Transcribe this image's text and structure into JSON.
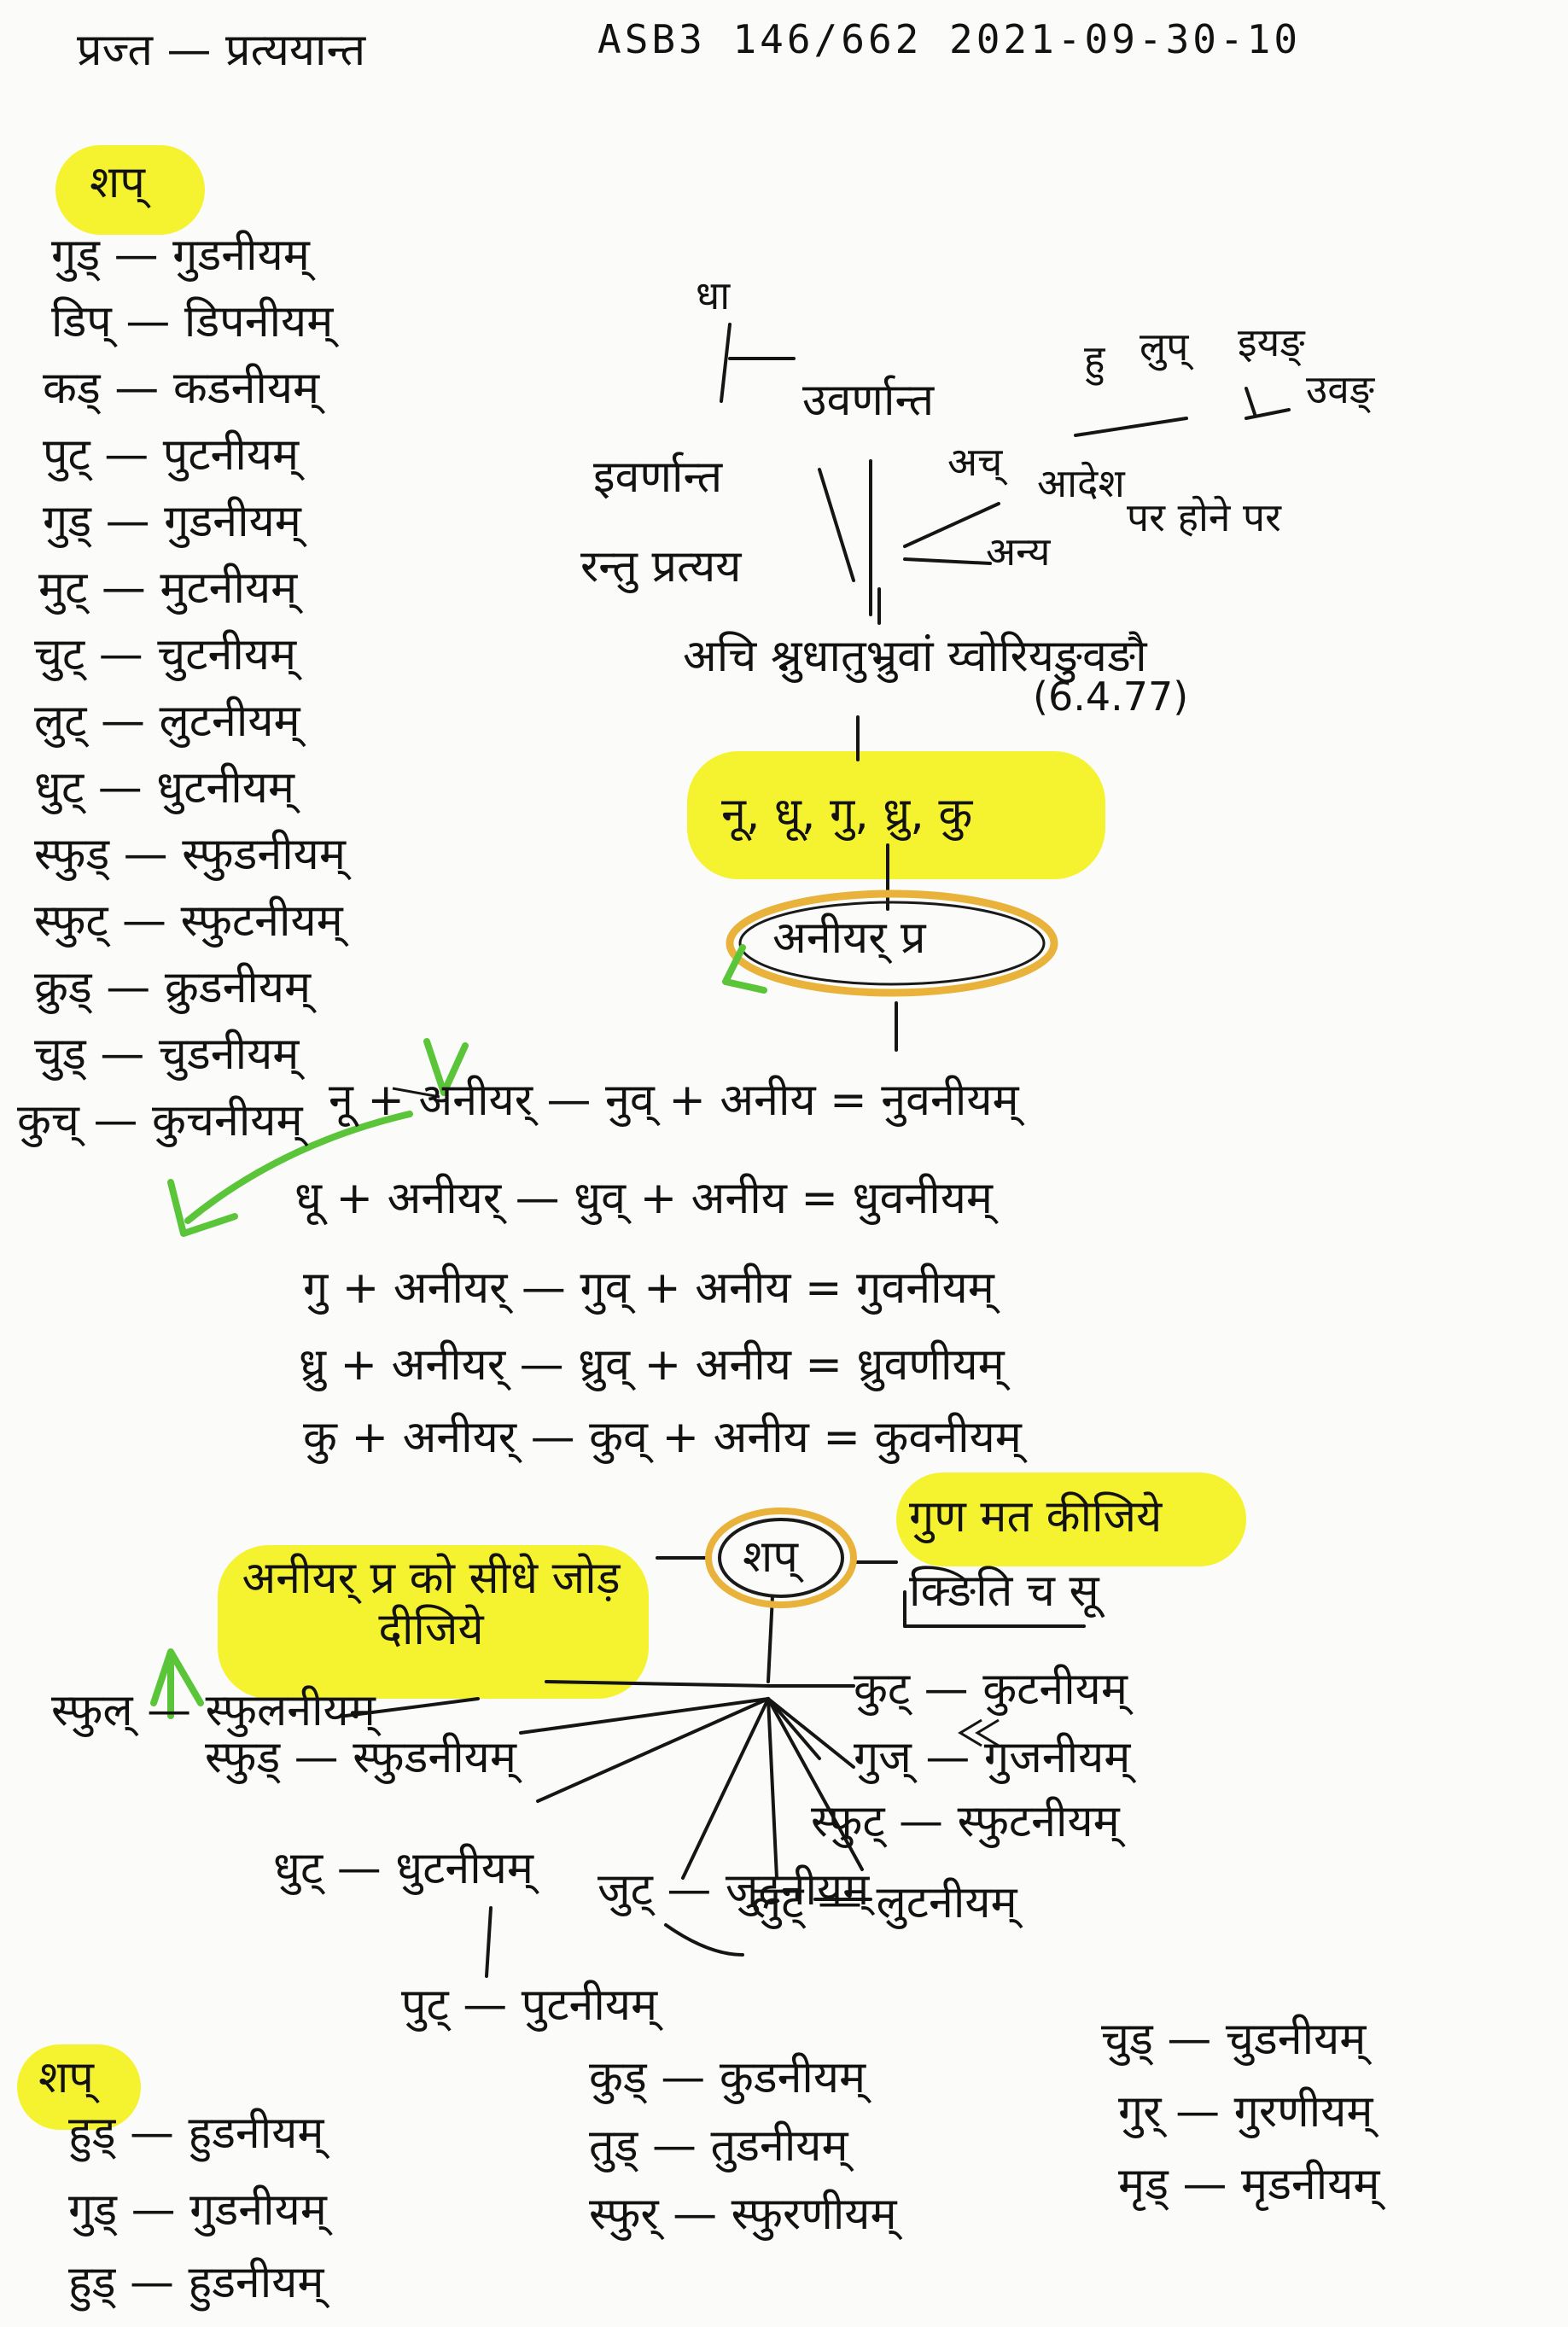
{
  "header": {
    "title": "प्रज्त — प्रत्ययान्त",
    "ref": "ASB3  146/662  2021-09-30-10"
  },
  "left_list": {
    "heading": "शप्",
    "items": [
      "गुड् — गुडनीयम्",
      "डिप् — डिपनीयम्",
      "कड् — कडनीयम्",
      "पुट् — पुटनीयम्",
      "गुड् — गुडनीयम्",
      "मुट् — मुटनीयम्",
      "चुट् — चुटनीयम्",
      "लुट् — लुटनीयम्",
      "धुट् — धुटनीयम्",
      "स्फुड् — स्फुडनीयम्",
      "स्फुट् — स्फुटनीयम्",
      "क्रुड् — क्रुडनीयम्",
      "चुड् — चुडनीयम्",
      "कुच् — कुचनीयम्"
    ]
  },
  "top_tree": {
    "dha": "धा",
    "uvarnanta": "उवर्णान्त",
    "ivarnanta": "इवर्णान्त",
    "ru_pratyaya": "रन्तु प्रत्यय",
    "hu": "हु",
    "lup": "लुप्",
    "iyang": "इयङ्",
    "uvang": "उवङ्",
    "ach": "अच्",
    "adesha": "आदेश",
    "parhone": "पर होने पर",
    "anya": "अन्य",
    "rule": "अचि श्नुधातुभ्रुवां य्वोरियङुवङौ",
    "rule_ref": "(6.4.77)",
    "dhatus": "नू, धू, गु, ध्रु, कु",
    "suffix": "अनीयर् प्र"
  },
  "derivations": [
    "नू + अनीयर् — नुव् + अनीय = नुवनीयम्",
    "धू + अनीयर् — धुव् + अनीय = धुवनीयम्",
    "गु + अनीयर् — गुव् + अनीय = गुवनीयम्",
    "ध्रु + अनीयर् — ध्रुव् + अनीय = ध्रुवणीयम्",
    "कु + अनीयर् — कुव् + अनीय = कुवनीयम्"
  ],
  "center": {
    "left_note": "अनीयर् प्र को सीधे जोड़ दीजिये",
    "node": "शप्",
    "right_note": "गुण मत कीजिये",
    "right_sub": "क्ङिति च सू"
  },
  "spokes": [
    "कुट् — कुटनीयम्",
    "गुज् — गुजनीयम्",
    "स्फुट् — स्फुटनीयम्",
    "लुट् — लुटनीयम्",
    "जुट् — जुटनीयम्",
    "पुट् — पुटनीयम्",
    "धुट् — धुटनीयम्",
    "स्फुड् — स्फुडनीयम्",
    "स्फुल् — स्फुलनीयम्"
  ],
  "bottom": {
    "heading": "शप्",
    "col1": [
      "हुड् — हुडनीयम्",
      "गुड् — गुडनीयम्",
      "हुड् — हुडनीयम्"
    ],
    "col2": [
      "कुड् — कुडनीयम्",
      "तुड् — तुडनीयम्",
      "स्फुर् — स्फुरणीयम्"
    ],
    "col3": [
      "चुड् — चुडनीयम्",
      "गुर् — गुरणीयम्",
      "मृड् — मृडनीयम्"
    ]
  },
  "colors": {
    "highlight": "#f4f21e",
    "arrow": "#5bc53a",
    "circle": "#e8b23b",
    "ink": "#121212"
  }
}
